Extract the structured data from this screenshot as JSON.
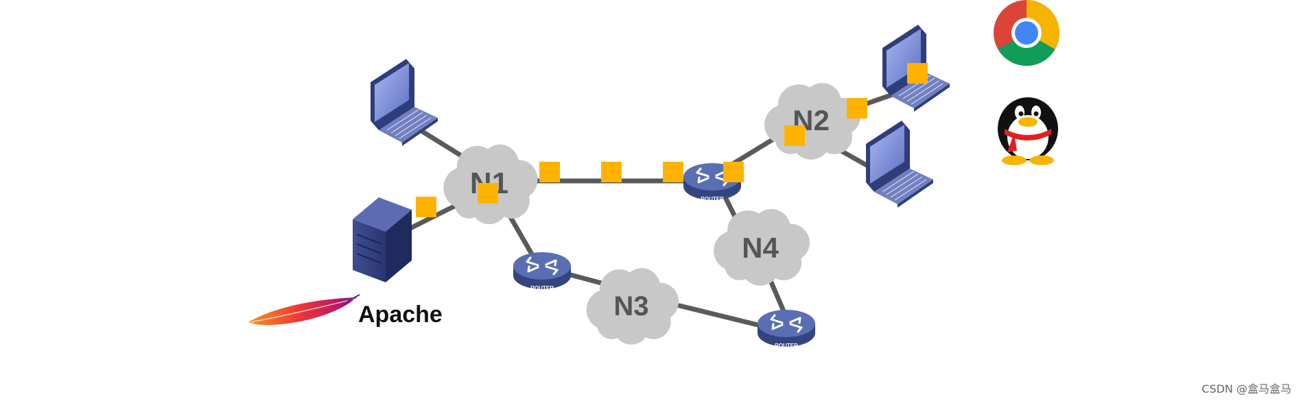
{
  "networks": [
    {
      "id": "N1",
      "label": "N1"
    },
    {
      "id": "N2",
      "label": "N2"
    },
    {
      "id": "N3",
      "label": "N3"
    },
    {
      "id": "N4",
      "label": "N4"
    }
  ],
  "routers": [
    {
      "id": "r1",
      "label": "ROUTER"
    },
    {
      "id": "r2",
      "label": "ROUTER"
    },
    {
      "id": "r3",
      "label": "ROUTER"
    }
  ],
  "server_label": "Apache",
  "watermark": "CSDN @盒马盒马",
  "colors": {
    "link": "#5a5a5a",
    "cloud": "#c8c8c8",
    "packet": "#ffb300",
    "router": "#4a5f9f",
    "laptop": "#4a5fa8"
  },
  "icons": [
    "laptop-icon",
    "server-icon",
    "router-icon",
    "cloud-icon",
    "apache-feather-icon",
    "chrome-icon",
    "qq-penguin-icon",
    "packet-marker"
  ]
}
